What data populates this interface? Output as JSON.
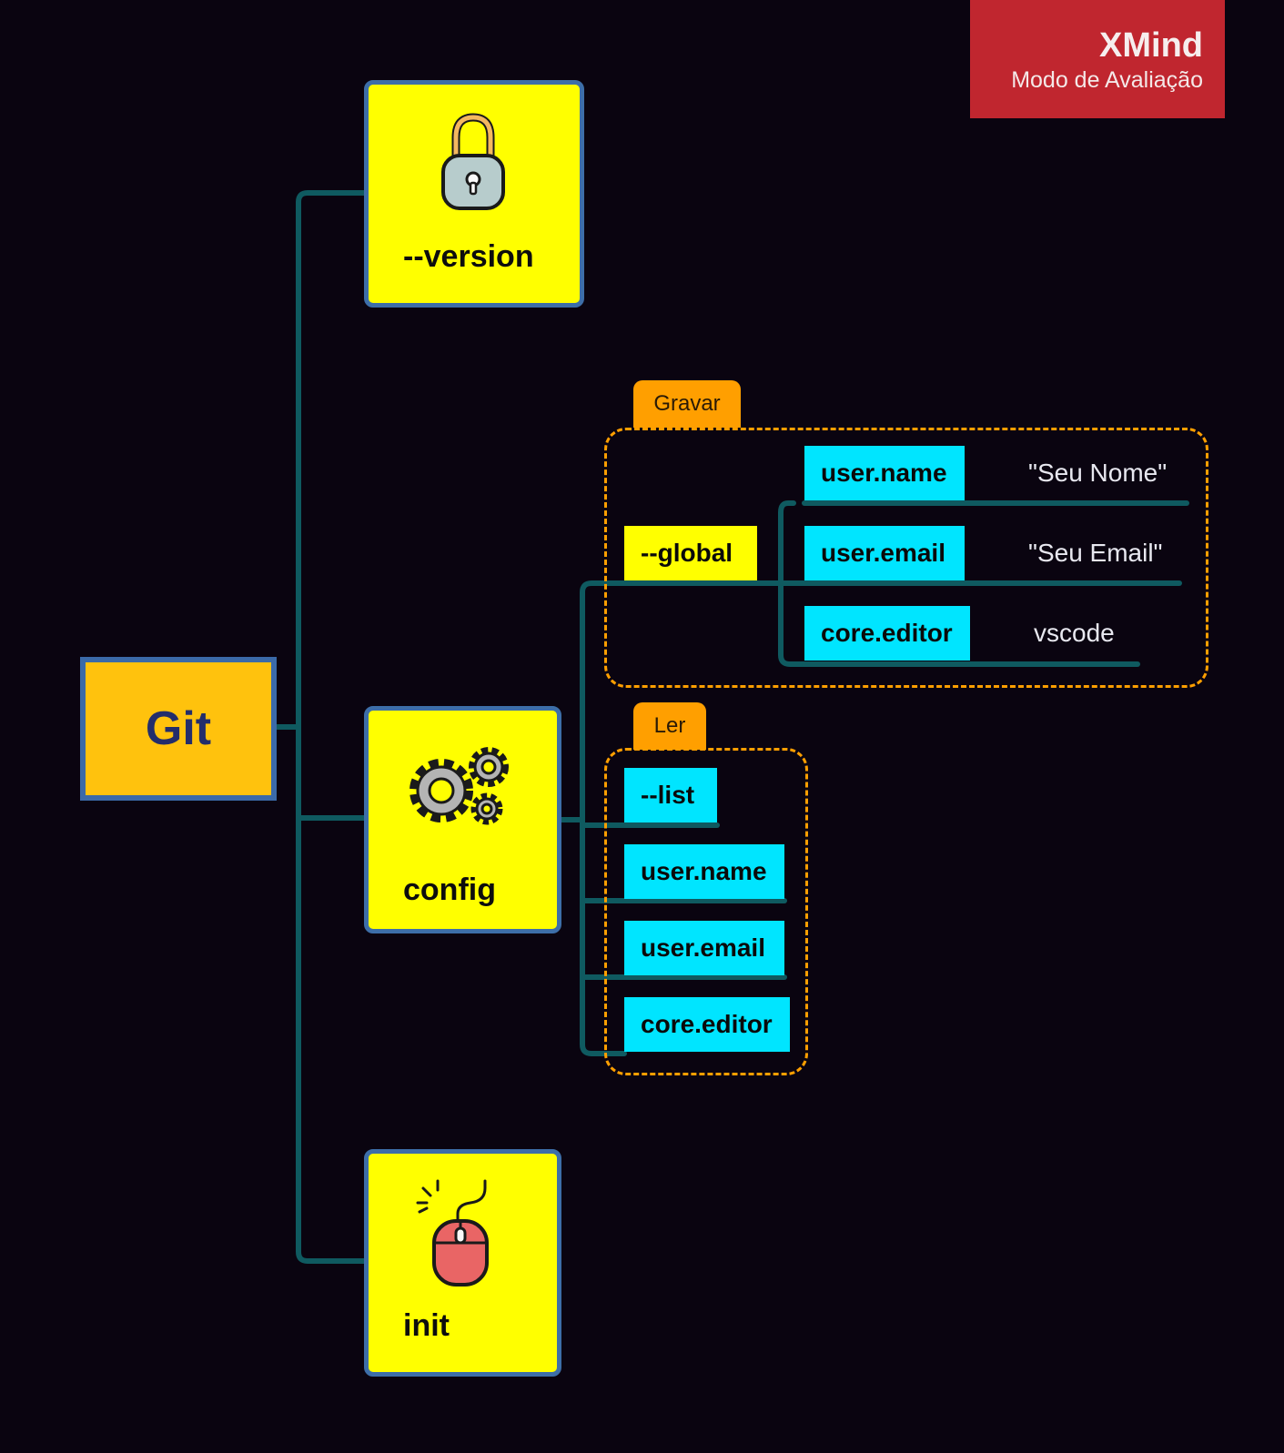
{
  "watermark": {
    "title": "XMind",
    "subtitle": "Modo de Avaliação"
  },
  "root": {
    "label": "Git"
  },
  "topics": {
    "version": {
      "label": "--version",
      "icon": "lock-icon"
    },
    "config": {
      "label": "config",
      "icon": "gears-icon"
    },
    "init": {
      "label": "init",
      "icon": "mouse-click-icon"
    }
  },
  "groups": {
    "gravar": {
      "tag": "Gravar",
      "option": "--global",
      "entries": [
        {
          "key": "user.name",
          "value": "\"Seu Nome\""
        },
        {
          "key": "user.email",
          "value": "\"Seu Email\""
        },
        {
          "key": "core.editor",
          "value": "vscode"
        }
      ]
    },
    "ler": {
      "tag": "Ler",
      "entries": [
        "--list",
        "user.name",
        "user.email",
        "core.editor"
      ]
    }
  },
  "colors": {
    "background": "#0a0410",
    "connector": "#0f5a60",
    "root_fill": "#ffc20d",
    "topic_fill": "#ffff00",
    "topic_border": "#3d6ea8",
    "leaf_fill": "#00e5ff",
    "group_border": "#ff9f00",
    "watermark": "#c0262f"
  }
}
